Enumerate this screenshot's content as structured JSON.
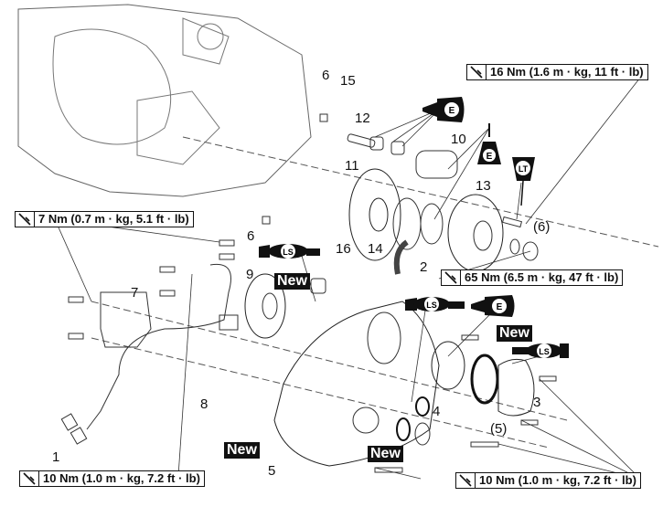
{
  "figure": {
    "title": "Starter clutch / generator cover exploded view",
    "torque_specs": [
      {
        "id": "t16",
        "text": "16 Nm (1.6 m · kg, 11 ft · lb)"
      },
      {
        "id": "t7",
        "text": "7 Nm (0.7 m · kg, 5.1 ft · lb)"
      },
      {
        "id": "t65",
        "text": "65 Nm (6.5 m · kg, 47 ft · lb)"
      },
      {
        "id": "t10a",
        "text": "10 Nm (1.0 m · kg, 7.2 ft · lb)"
      },
      {
        "id": "t10b",
        "text": "10 Nm (1.0 m · kg, 7.2 ft · lb)"
      }
    ],
    "new_tags": [
      "New",
      "New",
      "New",
      "New"
    ],
    "lubricant_symbols": [
      {
        "type": "engine-oil",
        "letter": "E"
      },
      {
        "type": "engine-oil",
        "letter": "E"
      },
      {
        "type": "engine-oil",
        "letter": "E"
      },
      {
        "type": "threadlock",
        "letter": "LT"
      },
      {
        "type": "lithium-soap-grease",
        "letter": "LS"
      },
      {
        "type": "lithium-soap-grease",
        "letter": "LS"
      },
      {
        "type": "lithium-soap-grease",
        "letter": "LS"
      }
    ],
    "part_labels": [
      "1",
      "2",
      "3",
      "4",
      "5",
      "(5)",
      "6",
      "6",
      "(6)",
      "7",
      "8",
      "9",
      "10",
      "11",
      "12",
      "13",
      "14",
      "15",
      "16"
    ]
  }
}
